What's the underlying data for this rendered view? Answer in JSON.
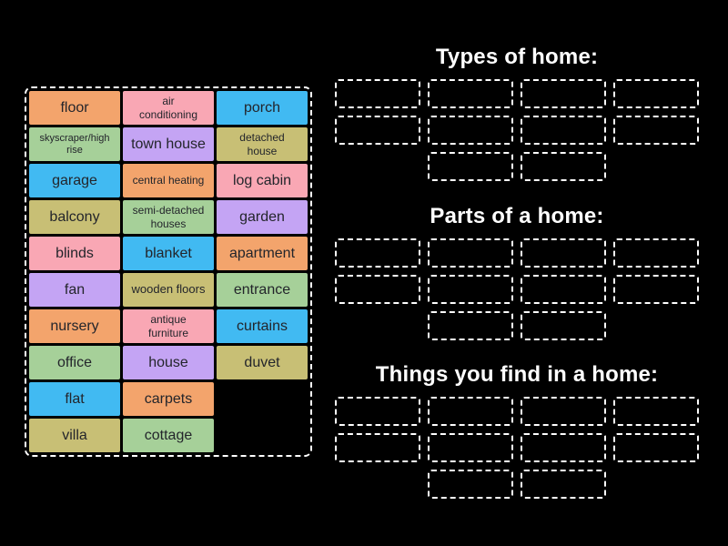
{
  "colors": {
    "orange": "#F3A46C",
    "pink": "#F9A7B4",
    "blue": "#41BAF2",
    "green": "#A6D099",
    "purple": "#C4A4F4",
    "khaki": "#C8BF75",
    "background": "#000000",
    "tile_text": "#23252B",
    "slot_border": "#FFFFFF",
    "heading_text": "#FFFFFF"
  },
  "board": {
    "tiles": [
      {
        "label": "floor",
        "color": "orange",
        "size": "lg"
      },
      {
        "label": "air conditioning",
        "color": "pink",
        "size": "sm"
      },
      {
        "label": "porch",
        "color": "blue",
        "size": "lg"
      },
      {
        "label": "skyscraper/high rise",
        "color": "green",
        "size": "xs"
      },
      {
        "label": "town house",
        "color": "purple",
        "size": "lg"
      },
      {
        "label": "detached house",
        "color": "khaki",
        "size": "sm"
      },
      {
        "label": "garage",
        "color": "blue",
        "size": "lg"
      },
      {
        "label": "central heating",
        "color": "orange",
        "size": "sm"
      },
      {
        "label": "log cabin",
        "color": "pink",
        "size": "lg"
      },
      {
        "label": "balcony",
        "color": "khaki",
        "size": "lg"
      },
      {
        "label": "semi-detached houses",
        "color": "green",
        "size": "sm"
      },
      {
        "label": "garden",
        "color": "purple",
        "size": "lg"
      },
      {
        "label": "blinds",
        "color": "pink",
        "size": "lg"
      },
      {
        "label": "blanket",
        "color": "blue",
        "size": "lg"
      },
      {
        "label": "apartment",
        "color": "orange",
        "size": "lg"
      },
      {
        "label": "fan",
        "color": "purple",
        "size": "lg"
      },
      {
        "label": "wooden floors",
        "color": "khaki",
        "size": "md"
      },
      {
        "label": "entrance",
        "color": "green",
        "size": "lg"
      },
      {
        "label": "nursery",
        "color": "orange",
        "size": "lg"
      },
      {
        "label": "antique furniture",
        "color": "pink",
        "size": "sm"
      },
      {
        "label": "curtains",
        "color": "blue",
        "size": "lg"
      },
      {
        "label": "office",
        "color": "green",
        "size": "lg"
      },
      {
        "label": "house",
        "color": "purple",
        "size": "lg"
      },
      {
        "label": "duvet",
        "color": "khaki",
        "size": "lg"
      },
      {
        "label": "flat",
        "color": "blue",
        "size": "lg"
      },
      {
        "label": "carpets",
        "color": "orange",
        "size": "lg"
      },
      {
        "empty": true
      },
      {
        "label": "villa",
        "color": "khaki",
        "size": "lg"
      },
      {
        "label": "cottage",
        "color": "green",
        "size": "lg"
      },
      {
        "empty": true
      }
    ]
  },
  "groups": [
    {
      "title": "Types of home:",
      "slot_rows": [
        4,
        4,
        2
      ]
    },
    {
      "title": "Parts of a home:",
      "slot_rows": [
        4,
        4,
        2
      ]
    },
    {
      "title": "Things you find in a home:",
      "slot_rows": [
        4,
        4,
        2
      ]
    }
  ]
}
